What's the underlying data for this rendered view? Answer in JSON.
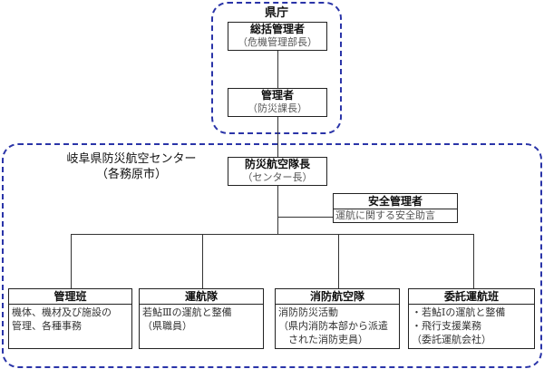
{
  "prefecture": {
    "label": "県庁",
    "general_manager": {
      "title": "総括管理者",
      "sub": "（危機管理部長）"
    },
    "manager": {
      "title": "管理者",
      "sub": "（防災課長）"
    }
  },
  "center": {
    "label": "岐阜県防災航空センター",
    "location": "（各務原市）",
    "captain": {
      "title": "防災航空隊長",
      "sub": "（センター長）"
    },
    "safety": {
      "title": "安全管理者",
      "sub": "運航に関する安全助言"
    },
    "units": [
      {
        "title": "管理班",
        "lines": [
          "機体、機材及び施設の",
          "管理、各種事務"
        ]
      },
      {
        "title": "運航隊",
        "lines": [
          "若鮎Ⅲの運航と整備",
          "（県職員）"
        ]
      },
      {
        "title": "消防航空隊",
        "lines": [
          "消防防災活動",
          "（県内消防本部から派遣",
          "　された消防吏員）"
        ]
      },
      {
        "title": "委託運航班",
        "lines": [
          "・若鮎Ⅰの運航と整備",
          "・飛行支援業務",
          "（委託運航会社）"
        ]
      }
    ]
  }
}
